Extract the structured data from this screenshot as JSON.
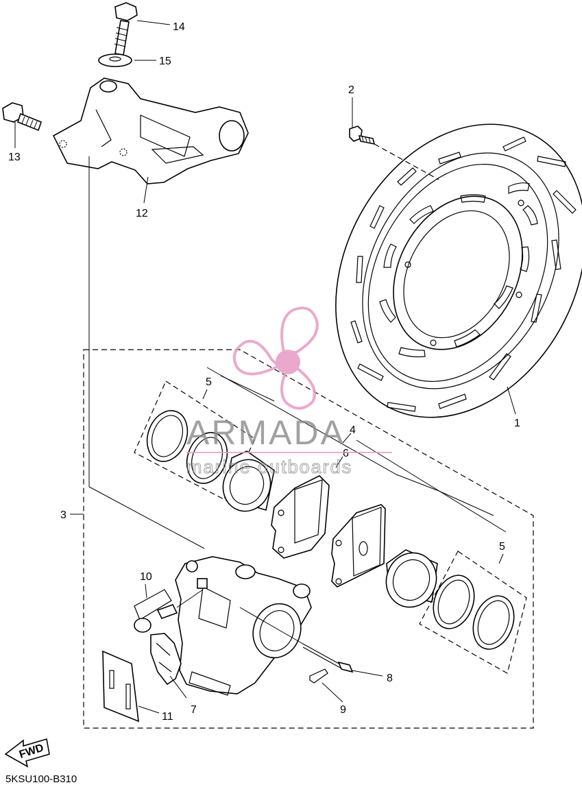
{
  "diagram": {
    "drawing_code": "5KSU100-B310",
    "fwd_label": "FWD",
    "callouts": [
      {
        "id": "1",
        "text": "1"
      },
      {
        "id": "2",
        "text": "2"
      },
      {
        "id": "3",
        "text": "3"
      },
      {
        "id": "4",
        "text": "4"
      },
      {
        "id": "5a",
        "text": "5"
      },
      {
        "id": "5b",
        "text": "5"
      },
      {
        "id": "6",
        "text": "6"
      },
      {
        "id": "7",
        "text": "7"
      },
      {
        "id": "8",
        "text": "8"
      },
      {
        "id": "9",
        "text": "9"
      },
      {
        "id": "10",
        "text": "10"
      },
      {
        "id": "11",
        "text": "11"
      },
      {
        "id": "12",
        "text": "12"
      },
      {
        "id": "13",
        "text": "13"
      },
      {
        "id": "14",
        "text": "14"
      },
      {
        "id": "15",
        "text": "15"
      }
    ]
  },
  "watermark": {
    "brand": "ARMADA",
    "tagline": "marine outboards",
    "logo_icon": "propeller-icon",
    "color": "#e79bc4"
  }
}
